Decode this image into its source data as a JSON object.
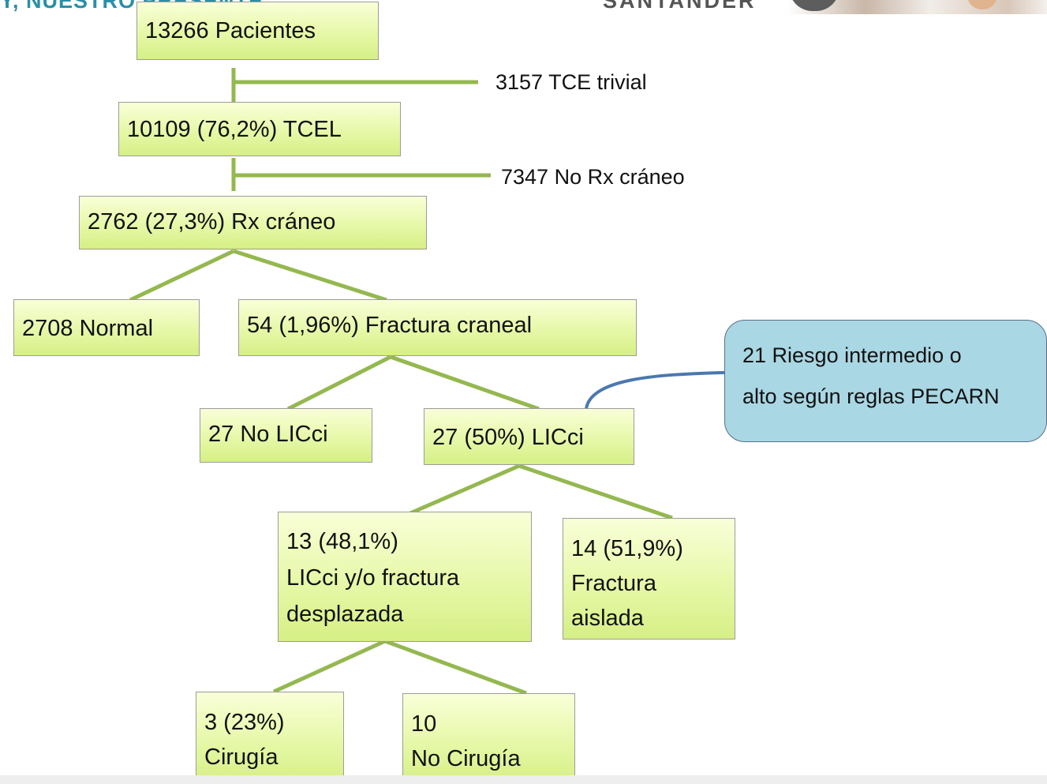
{
  "header": {
    "left_text": "Y, NUESTRO PRESENTE",
    "right_text": "SANTANDER"
  },
  "nodes": {
    "pacientes": "13266 Pacientes",
    "tcel": "10109 (76,2%) TCEL",
    "rx_craneo": "2762 (27,3%) Rx cráneo",
    "normal": "2708 Normal",
    "fractura_craneal": "54 (1,96%) Fractura craneal",
    "no_licci": "27 No LICci",
    "licci": "27 (50%) LICci",
    "licci_desplazada": [
      "13 (48,1%)",
      "LICci y/o fractura",
      "desplazada"
    ],
    "fractura_aislada": [
      "14 (51,9%)",
      "Fractura",
      "aislada"
    ],
    "cirugia": [
      "3 (23%)",
      "Cirugía"
    ],
    "no_cirugia": [
      "10",
      "No Cirugía"
    ]
  },
  "side_labels": {
    "tce_trivial": "3157 TCE trivial",
    "no_rx_craneo": "7347 No Rx cráneo"
  },
  "callout": {
    "lines": [
      "21 Riesgo intermedio o",
      "alto según reglas  PECARN"
    ]
  },
  "colors": {
    "connector": "#94b84f",
    "callout_connector": "#4a78b0",
    "box_fill": "#e6f8a8",
    "callout_fill": "#a9d7e4"
  }
}
